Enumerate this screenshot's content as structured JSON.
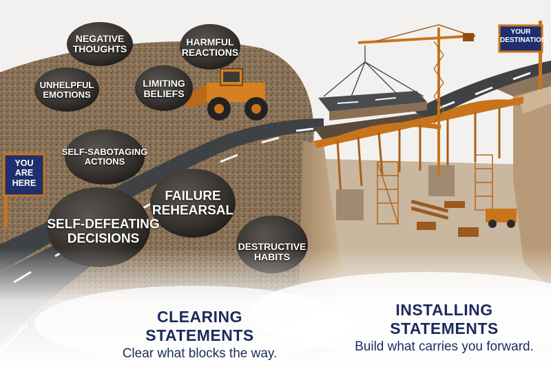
{
  "signs": {
    "start": "YOU\nARE\nHERE",
    "destination": "YOUR\nDESTINATION"
  },
  "boulders": [
    {
      "id": "negative-thoughts",
      "label": "NEGATIVE\nTHOUGHTS"
    },
    {
      "id": "harmful-reactions",
      "label": "HARMFUL\nREACTIONS"
    },
    {
      "id": "unhelpful-emotions",
      "label": "UNHELPFUL\nEMOTIONS"
    },
    {
      "id": "limiting-beliefs",
      "label": "LIMITING\nBELIEFS"
    },
    {
      "id": "self-sabotaging-actions",
      "label": "SELF-SABOTAGING\nACTIONS"
    },
    {
      "id": "failure-rehearsal",
      "label": "FAILURE\nREHEARSAL"
    },
    {
      "id": "self-defeating-decisions",
      "label": "SELF-DEFEATING\nDECISIONS"
    },
    {
      "id": "destructive-habits",
      "label": "DESTRUCTIVE\nHABITS"
    }
  ],
  "captions": {
    "clearing_title": "CLEARING STATEMENTS",
    "clearing_sub": "Clear what blocks the way.",
    "installing_title": "INSTALLING STATEMENTS",
    "installing_sub": "Build what carries you forward."
  },
  "colors": {
    "caption_navy": "#1c2a5c",
    "sign_blue": "#1f2f6e",
    "construction_orange": "#c8741c",
    "road_asphalt": "#3f4244",
    "boulder_dark": "#3a3633",
    "dirt_brown": "#7a6650"
  }
}
